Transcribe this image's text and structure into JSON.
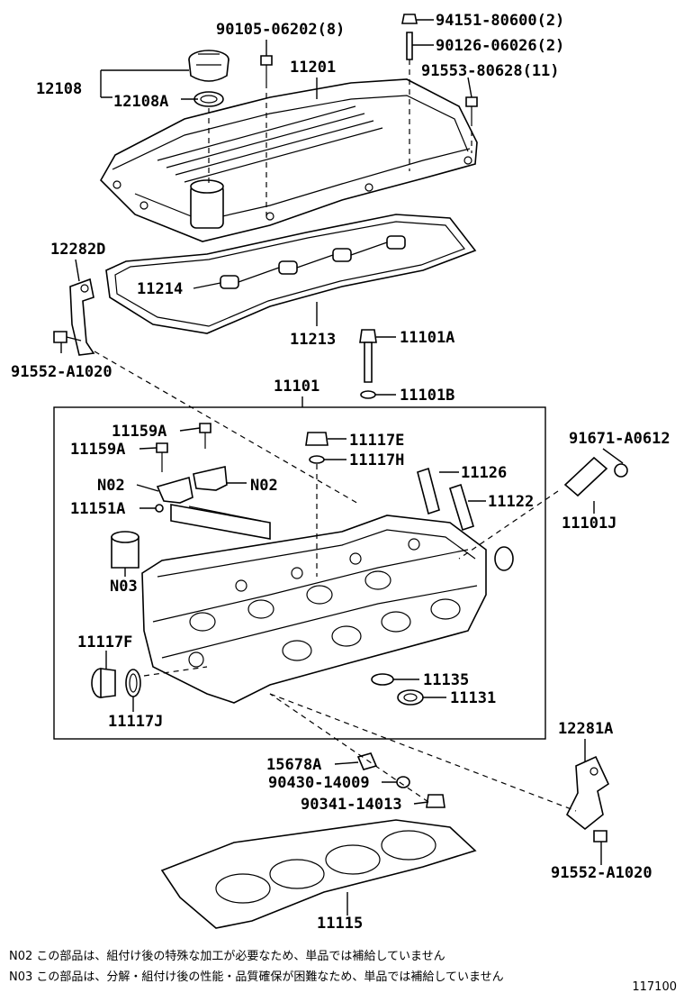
{
  "parts": {
    "p90105": "90105-06202(8)",
    "p94151": "94151-80600(2)",
    "p90126": "90126-06026(2)",
    "p91553": "91553-80628(11)",
    "p12108": "12108",
    "p12108A": "12108A",
    "p11201": "11201",
    "p12282D": "12282D",
    "p11214": "11214",
    "p11213": "11213",
    "p11101A": "11101A",
    "p91552top": "91552-A1020",
    "p11101B": "11101B",
    "p11101": "11101",
    "p11159A1": "11159A",
    "p11159A2": "11159A",
    "p11117E": "11117E",
    "p11117H": "11117H",
    "p91671": "91671-A0612",
    "pN02a": "N02",
    "pN02b": "N02",
    "p11126": "11126",
    "p11122": "11122",
    "p11151A": "11151A",
    "p11101J": "11101J",
    "pN03": "N03",
    "p11117F": "11117F",
    "p11135": "11135",
    "p11131": "11131",
    "p11117J": "11117J",
    "p12281A": "12281A",
    "p15678A": "15678A",
    "p90430": "90430-14009",
    "p90341": "90341-14013",
    "p91552bot": "91552-A1020",
    "p11115": "11115"
  },
  "notes": [
    "N02 この部品は、組付け後の特殊な加工が必要なため、単品では補給していません",
    "N03 この部品は、分解・組付け後の性能・品質確保が困難なため、単品では補給していません"
  ],
  "figure_id": "117100"
}
